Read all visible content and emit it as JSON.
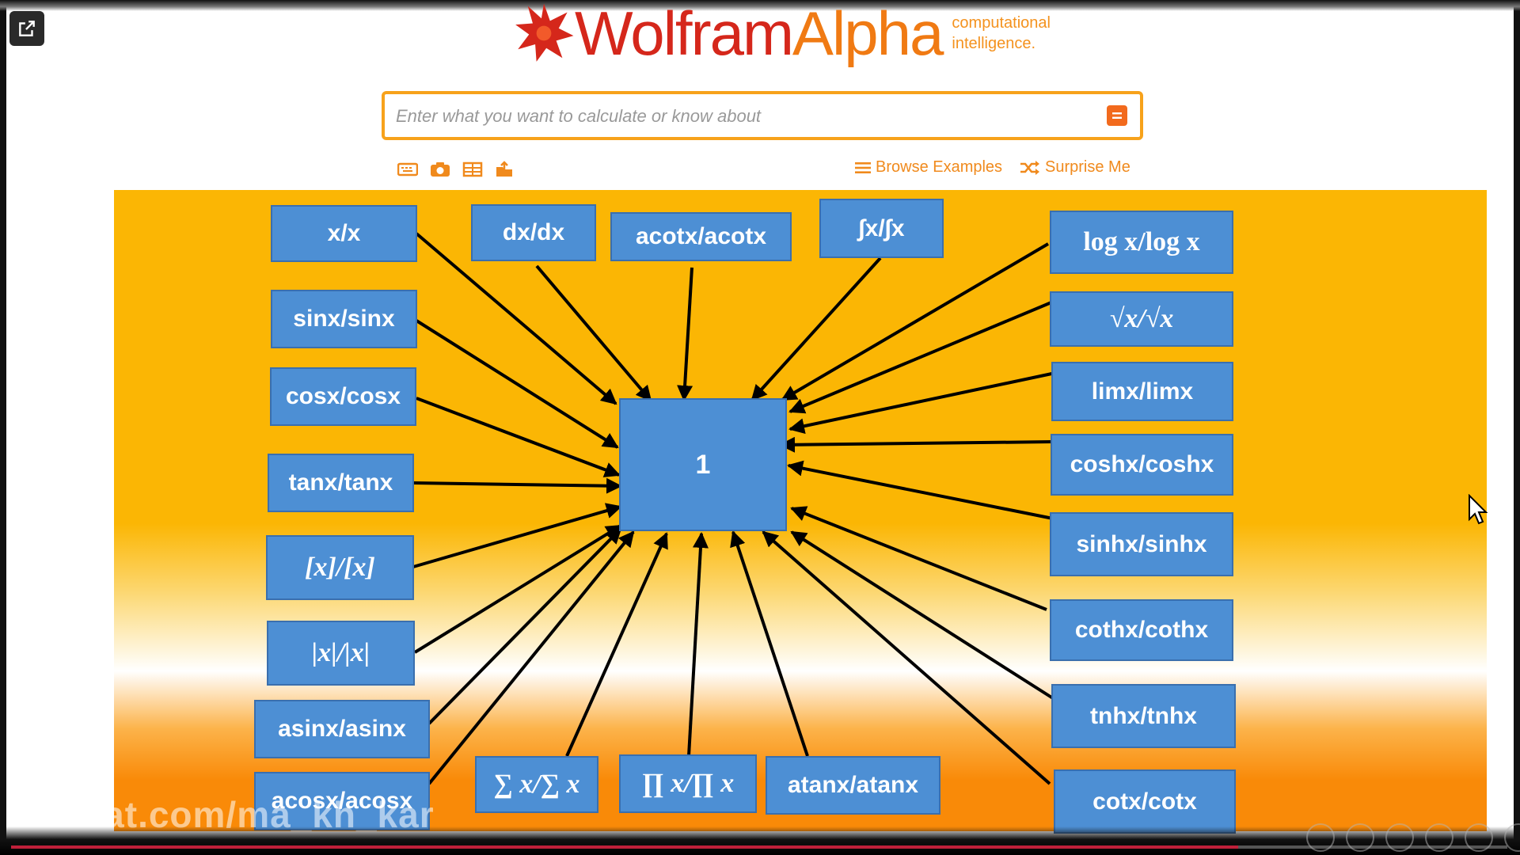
{
  "logo": {
    "wolfram": "Wolfram",
    "alpha": "Alpha",
    "tagline_1": "computational",
    "tagline_2": "intelligence."
  },
  "search": {
    "placeholder": "Enter what you want to calculate or know about",
    "value": ""
  },
  "toolbar": {
    "icons": [
      "keyboard-icon",
      "camera-icon",
      "table-icon",
      "upload-icon"
    ],
    "browse_label": "Browse Examples",
    "surprise_label": "Surprise Me"
  },
  "diagram": {
    "center": "1",
    "left": [
      "x/x",
      "sinx/sinx",
      "cosx/cosx",
      "tanx/tanx",
      "[x]/[x]",
      "|x|/|x|",
      "asinx/asinx",
      "acosx/acosx"
    ],
    "top": [
      "dx/dx",
      "acotx/acotx",
      "∫x/∫x"
    ],
    "bottom": [
      "∑ x/∑ x",
      "∏ x/∏ x",
      "atanx/atanx"
    ],
    "right": [
      "log x/log x",
      "√x/√x",
      "limx/limx",
      "coshx/coshx",
      "sinhx/sinhx",
      "cothx/cothx",
      "tnhx/tnhx",
      "cotx/cotx"
    ]
  },
  "watermark": "aparat.com/ma_kh_kar",
  "colors": {
    "box": "#4d8fd4",
    "slide_orange": "#fbb604",
    "logo_red": "#d5271b",
    "accent_orange": "#f08a1d"
  }
}
